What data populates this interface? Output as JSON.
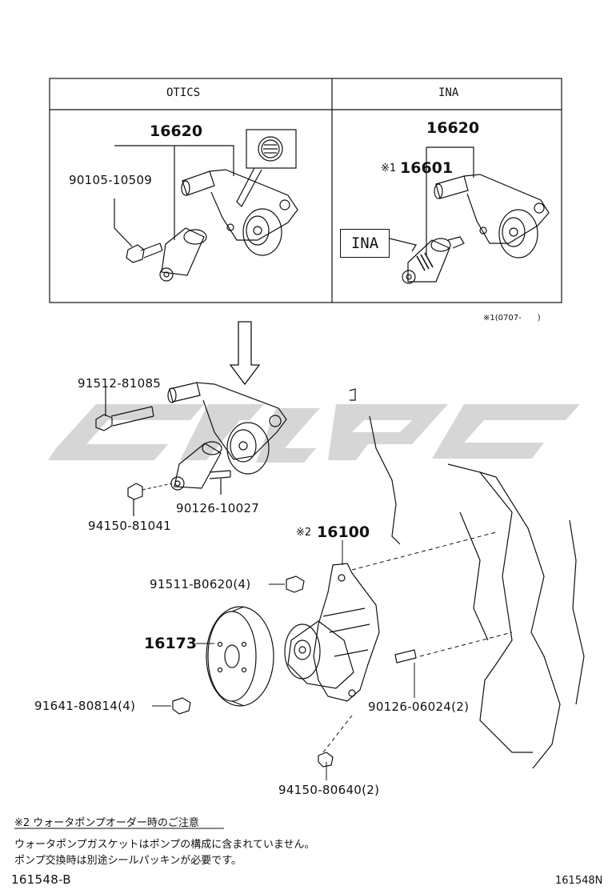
{
  "table": {
    "col1_header": "OTICS",
    "col2_header": "INA",
    "otics": {
      "assy_part": "16620",
      "bolt_part": "90105-10509"
    },
    "ina": {
      "assy_part": "16620",
      "tensioner_mark": "※1",
      "tensioner_part": "16601",
      "badge_label": "INA"
    },
    "footnote": "※1(0707-　　)"
  },
  "parts": {
    "bolt_top": "91512-81085",
    "nut_left": "94150-81041",
    "stud_mid": "90126-10027",
    "pump_mark": "※2",
    "pump": "16100",
    "bolt_pump": "91511-B0620(4)",
    "pulley": "16173",
    "bolt_pulley": "91641-80814(4)",
    "stud_pump": "90126-06024(2)",
    "nut_bottom": "94150-80640(2)"
  },
  "notes": {
    "heading": "※2 ウォータポンプオーダー時のご注意",
    "line1": "ウォータポンプガスケットはポンプの構成に含まれていません。",
    "line2": "ポンプ交換時は別途シールパッキンが必要です。"
  },
  "footer": {
    "left_code": "161548-B",
    "right_code": "161548N"
  }
}
